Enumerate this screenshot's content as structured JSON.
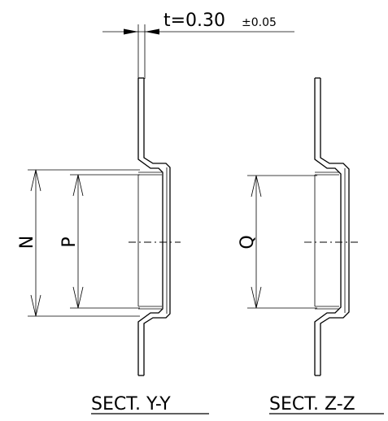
{
  "thickness": {
    "label": "t=0.30",
    "tolerance": "±0.05"
  },
  "dimensions": {
    "n": "N",
    "p": "P",
    "q": "Q"
  },
  "sections": {
    "left_caption": "SECT. Y-Y",
    "right_caption": "SECT. Z-Z"
  }
}
